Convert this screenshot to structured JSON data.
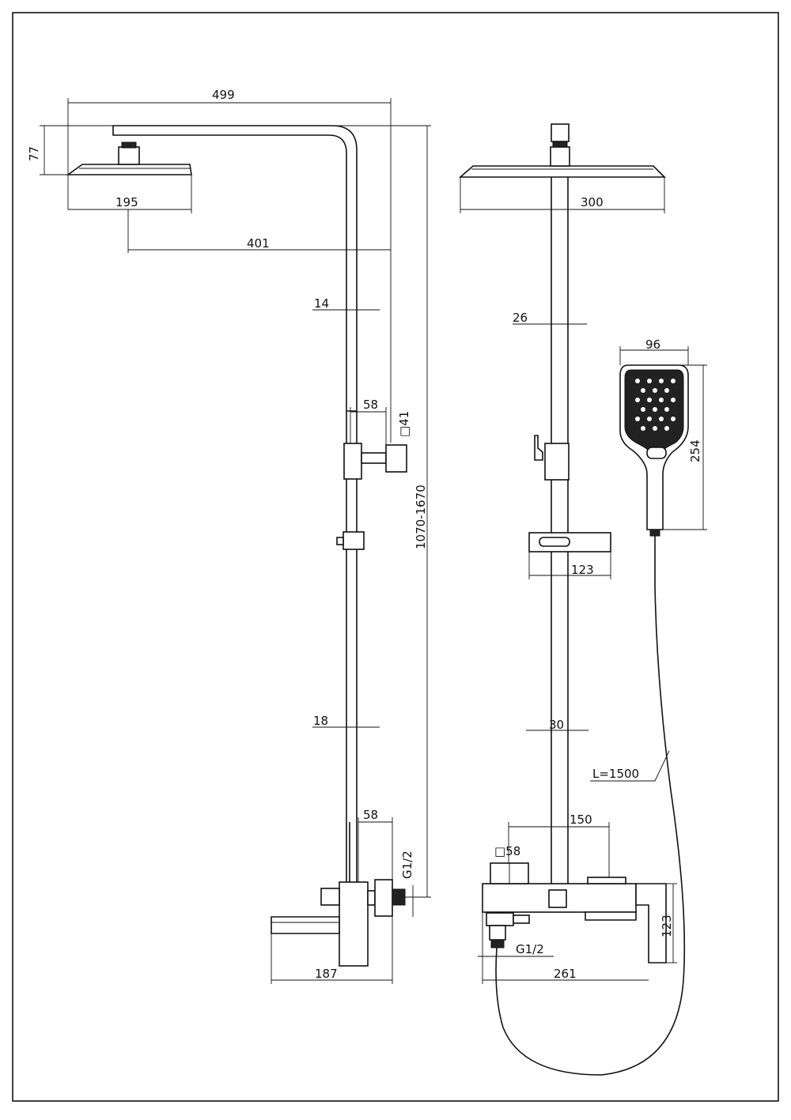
{
  "drawing": {
    "side_view": {
      "overall_width": "499",
      "head_height": "77",
      "head_width": "195",
      "arm_reach": "401",
      "upper_tube_diameter": "14",
      "lower_tube_diameter": "18",
      "holder_depth": "58",
      "holder_square": "□41",
      "height_range": "1070-1670",
      "valve_depth": "58",
      "inlet_thread": "G1/2",
      "spout_length": "187"
    },
    "front_view": {
      "head_width": "300",
      "upper_tube_width": "26",
      "lower_tube_width": "30",
      "soap_dish_width": "123",
      "valve_center_distance": "150",
      "valve_square": "□58",
      "valve_height": "123",
      "outlet_thread": "G1/2",
      "valve_width": "261"
    },
    "hand_shower": {
      "width": "96",
      "length": "254",
      "hose_length": "L=1500"
    }
  }
}
